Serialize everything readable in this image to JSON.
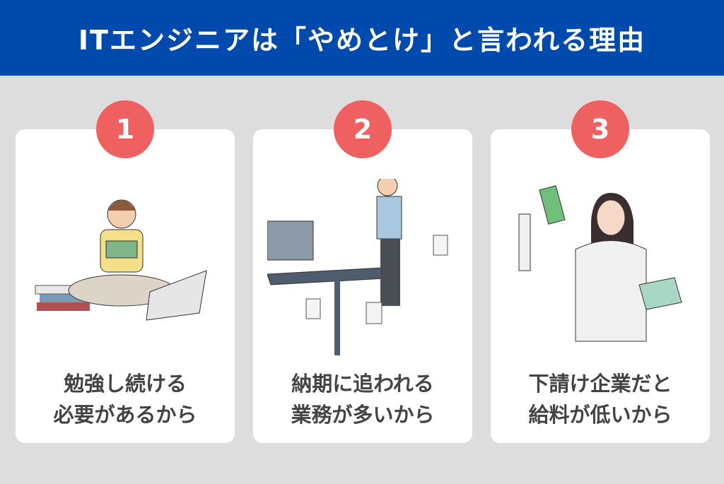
{
  "title": "ITエンジニアは「やめとけ」と言われる理由",
  "colors": {
    "header": "#004aad",
    "badge": "#ef6060",
    "background": "#dddddd"
  },
  "reasons": [
    {
      "number": "1",
      "line1": "勉強し続ける",
      "line2": "必要があるから",
      "illustration": "man-reading-books-icon"
    },
    {
      "number": "2",
      "line1": "納期に追われる",
      "line2": "業務が多いから",
      "illustration": "stressed-man-desk-papers-icon"
    },
    {
      "number": "3",
      "line1": "下請け企業だと",
      "line2": "給料が低いから",
      "illustration": "woman-with-money-envelope-icon"
    }
  ]
}
